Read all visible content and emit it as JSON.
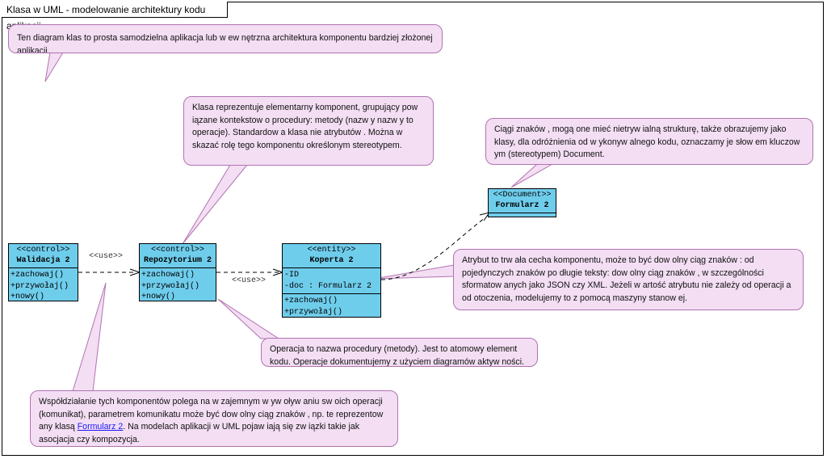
{
  "title": "Klasa w UML - modelowanie architektury kodu aplikacji",
  "notes": {
    "intro": "Ten diagram klas to prosta samodzielna aplikacja lub w ew nętrzna architektura komponentu bardziej złożonej aplikacji.",
    "klasa": "Klasa reprezentuje elementarny komponent, grupujący pow iązane kontekstow o procedury: metody (nazw y nazw y to operacje). Standardow a klasa nie atrybutów . Można w skazać rolę tego komponentu określonym stereotypem.",
    "ciagi": "Ciągi znaków , mogą one mieć nietryw ialną strukturę, także obrazujemy jako klasy, dla odróżnienia od w ykonyw alnego kodu, oznaczamy je słow em kluczow ym (stereotypem) Document.",
    "atrybut": "Atrybut to trw ała cecha komponentu, może to być dow olny ciąg znaków : od pojedynczych znaków po długie teksty: dow olny ciąg znaków , w szczególności sformatow anych jako JSON czy XML. Jeżeli w artość atrybutu nie zależy od operacji a od otoczenia, modelujemy to z pomocą maszyny stanow ej.",
    "operacja": "Operacja to nazwa procedury (metody). Jest to atomowy element kodu. Operacje dokumentujemy z użyciem diagramów aktyw ności.",
    "wspolpraca_before": "Współdziałanie tych komponentów polega na w zajemnym w yw oływ aniu sw oich operacji (komunikat), parametrem komunikatu może być dow olny ciąg znaków , np. te reprezentow any klasą ",
    "wspolpraca_link": "Formularz 2",
    "wspolpraca_after": ". Na modelach aplikacji w UML pojaw iają się zw iązki takie jak asocjacja czy kompozycja."
  },
  "classes": {
    "walidacja": {
      "stereotype": "<<control>>",
      "name": "Walidacja 2",
      "operations": [
        "+zachowaj()",
        "+przywołaj()",
        "+nowy()"
      ]
    },
    "repozytorium": {
      "stereotype": "<<control>>",
      "name": "Repozytorium 2",
      "operations": [
        "+zachowaj()",
        "+przywołaj()",
        "+nowy()"
      ]
    },
    "koperta": {
      "stereotype": "<<entity>>",
      "name": "Koperta 2",
      "attributes": [
        "-ID",
        "-doc : Formularz 2"
      ],
      "operations": [
        "+zachowaj()",
        "+przywołaj()"
      ]
    },
    "formularz": {
      "stereotype": "<<Document>>",
      "name": "Formularz 2"
    }
  },
  "edge_labels": {
    "use1": "<<use>>",
    "use2": "<<use>>"
  },
  "colors": {
    "class_fill": "#6fcdec",
    "note_fill": "#f3def3",
    "note_border": "#b173b1"
  }
}
